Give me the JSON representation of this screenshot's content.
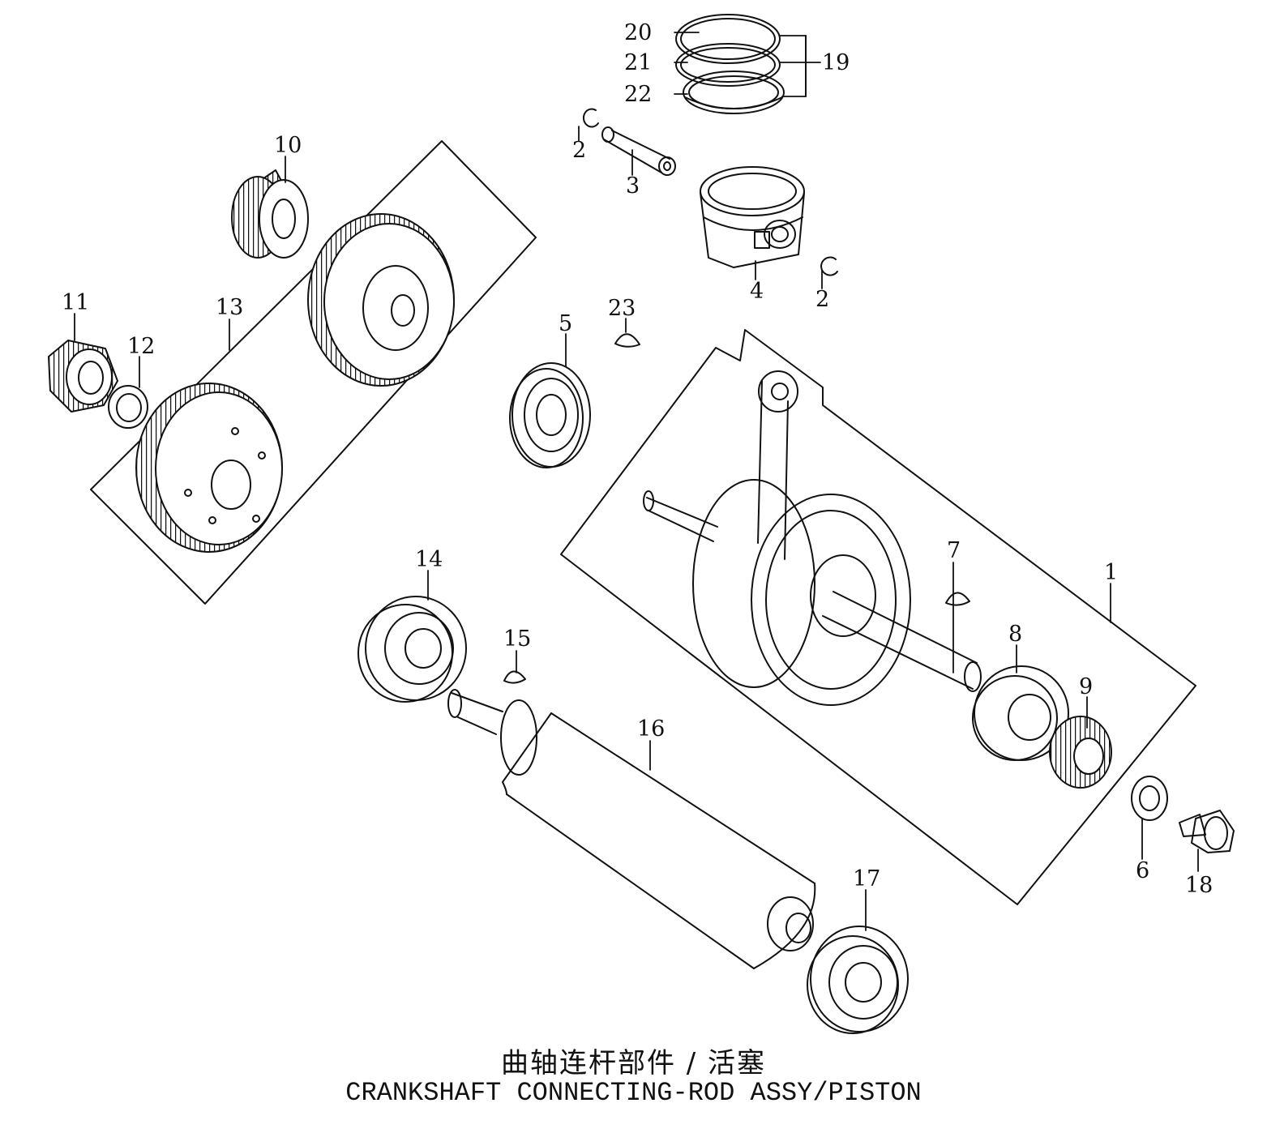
{
  "caption": {
    "chinese": "曲轴连杆部件 / 活塞",
    "english": "CRANKSHAFT CONNECTING-ROD ASSY/PISTON"
  },
  "callouts": {
    "c1": "1",
    "c2a": "2",
    "c2b": "2",
    "c3": "3",
    "c4": "4",
    "c5": "5",
    "c6": "6",
    "c7": "7",
    "c8": "8",
    "c9": "9",
    "c10": "10",
    "c11": "11",
    "c12": "12",
    "c13": "13",
    "c14": "14",
    "c15": "15",
    "c16": "16",
    "c17": "17",
    "c18": "18",
    "c19": "19",
    "c20": "20",
    "c21": "21",
    "c22": "22",
    "c23": "23"
  },
  "parts": {
    "1": "crankshaft assy",
    "2": "piston pin clip",
    "3": "piston pin",
    "4": "piston",
    "5": "bearing",
    "6": "washer",
    "7": "key",
    "8": "bearing",
    "9": "gear",
    "10": "gear",
    "11": "nut",
    "12": "washer",
    "13": "gear",
    "14": "bearing",
    "15": "key",
    "16": "balance shaft",
    "17": "bearing",
    "18": "bolt",
    "19": "piston ring set",
    "20": "ring",
    "21": "ring",
    "22": "ring",
    "23": "key"
  },
  "colors": {
    "line": "#111111",
    "background": "#ffffff"
  }
}
